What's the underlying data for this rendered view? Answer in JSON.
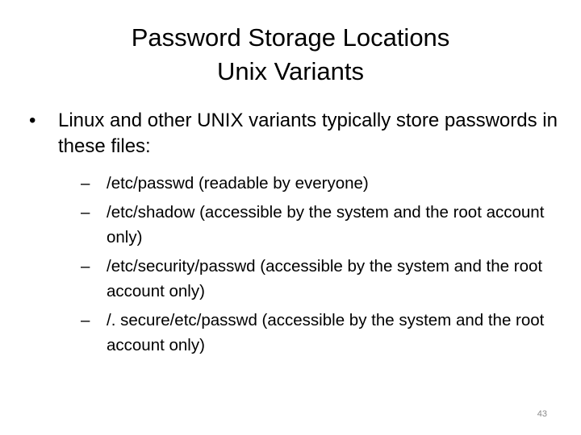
{
  "slide": {
    "title_line1": "Password Storage Locations",
    "title_line2": "Unix Variants",
    "bullet_mark": "•",
    "dash_mark": "–",
    "bullet": "Linux and other UNIX variants typically store passwords in these files:",
    "sub_items": [
      "/etc/passwd (readable by everyone)",
      "/etc/shadow (accessible by the system and the root account only)",
      "/etc/security/passwd (accessible by the system and the root account only)",
      "/. secure/etc/passwd (accessible by the system and the root account only)"
    ],
    "page_number": "43"
  }
}
